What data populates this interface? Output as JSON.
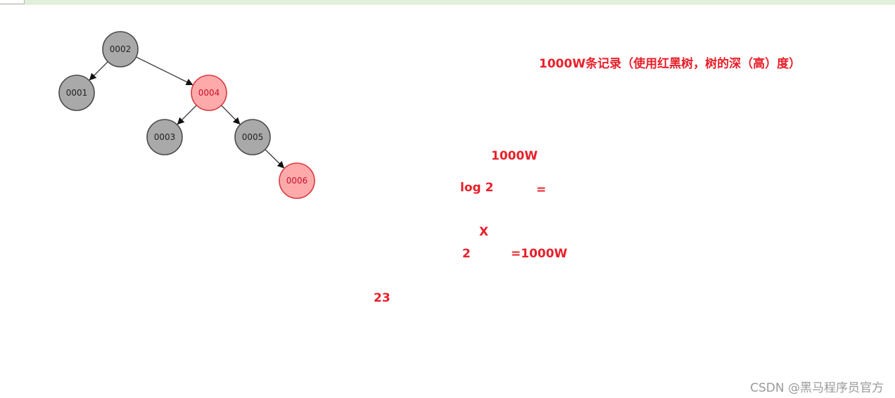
{
  "tree": {
    "nodes": [
      {
        "id": "n0002",
        "label": "0002",
        "color": "black"
      },
      {
        "id": "n0001",
        "label": "0001",
        "color": "black"
      },
      {
        "id": "n0004",
        "label": "0004",
        "color": "red"
      },
      {
        "id": "n0003",
        "label": "0003",
        "color": "black"
      },
      {
        "id": "n0005",
        "label": "0005",
        "color": "black"
      },
      {
        "id": "n0006",
        "label": "0006",
        "color": "red"
      }
    ],
    "edges": [
      {
        "from": "n0002",
        "to": "n0001"
      },
      {
        "from": "n0002",
        "to": "n0004"
      },
      {
        "from": "n0004",
        "to": "n0003"
      },
      {
        "from": "n0004",
        "to": "n0005"
      },
      {
        "from": "n0005",
        "to": "n0006"
      }
    ],
    "colors": {
      "black_fill": "#a9a9a9",
      "black_stroke": "#4a4a4a",
      "black_text": "#222222",
      "red_fill": "#ffaaaa",
      "red_stroke": "#d9383e",
      "red_text": "#c8102e",
      "edge": "#333333"
    }
  },
  "notes": {
    "title": "1000W条记录（使用红黑树，树的深（高）度）",
    "value_1000w": "1000W",
    "log2": "log 2",
    "equals": "=",
    "x": "X",
    "two": "2",
    "equals_1000w": "=1000W",
    "answer": "23",
    "accent_color": "#e8202a"
  },
  "watermark": "CSDN @黑马程序员官方"
}
